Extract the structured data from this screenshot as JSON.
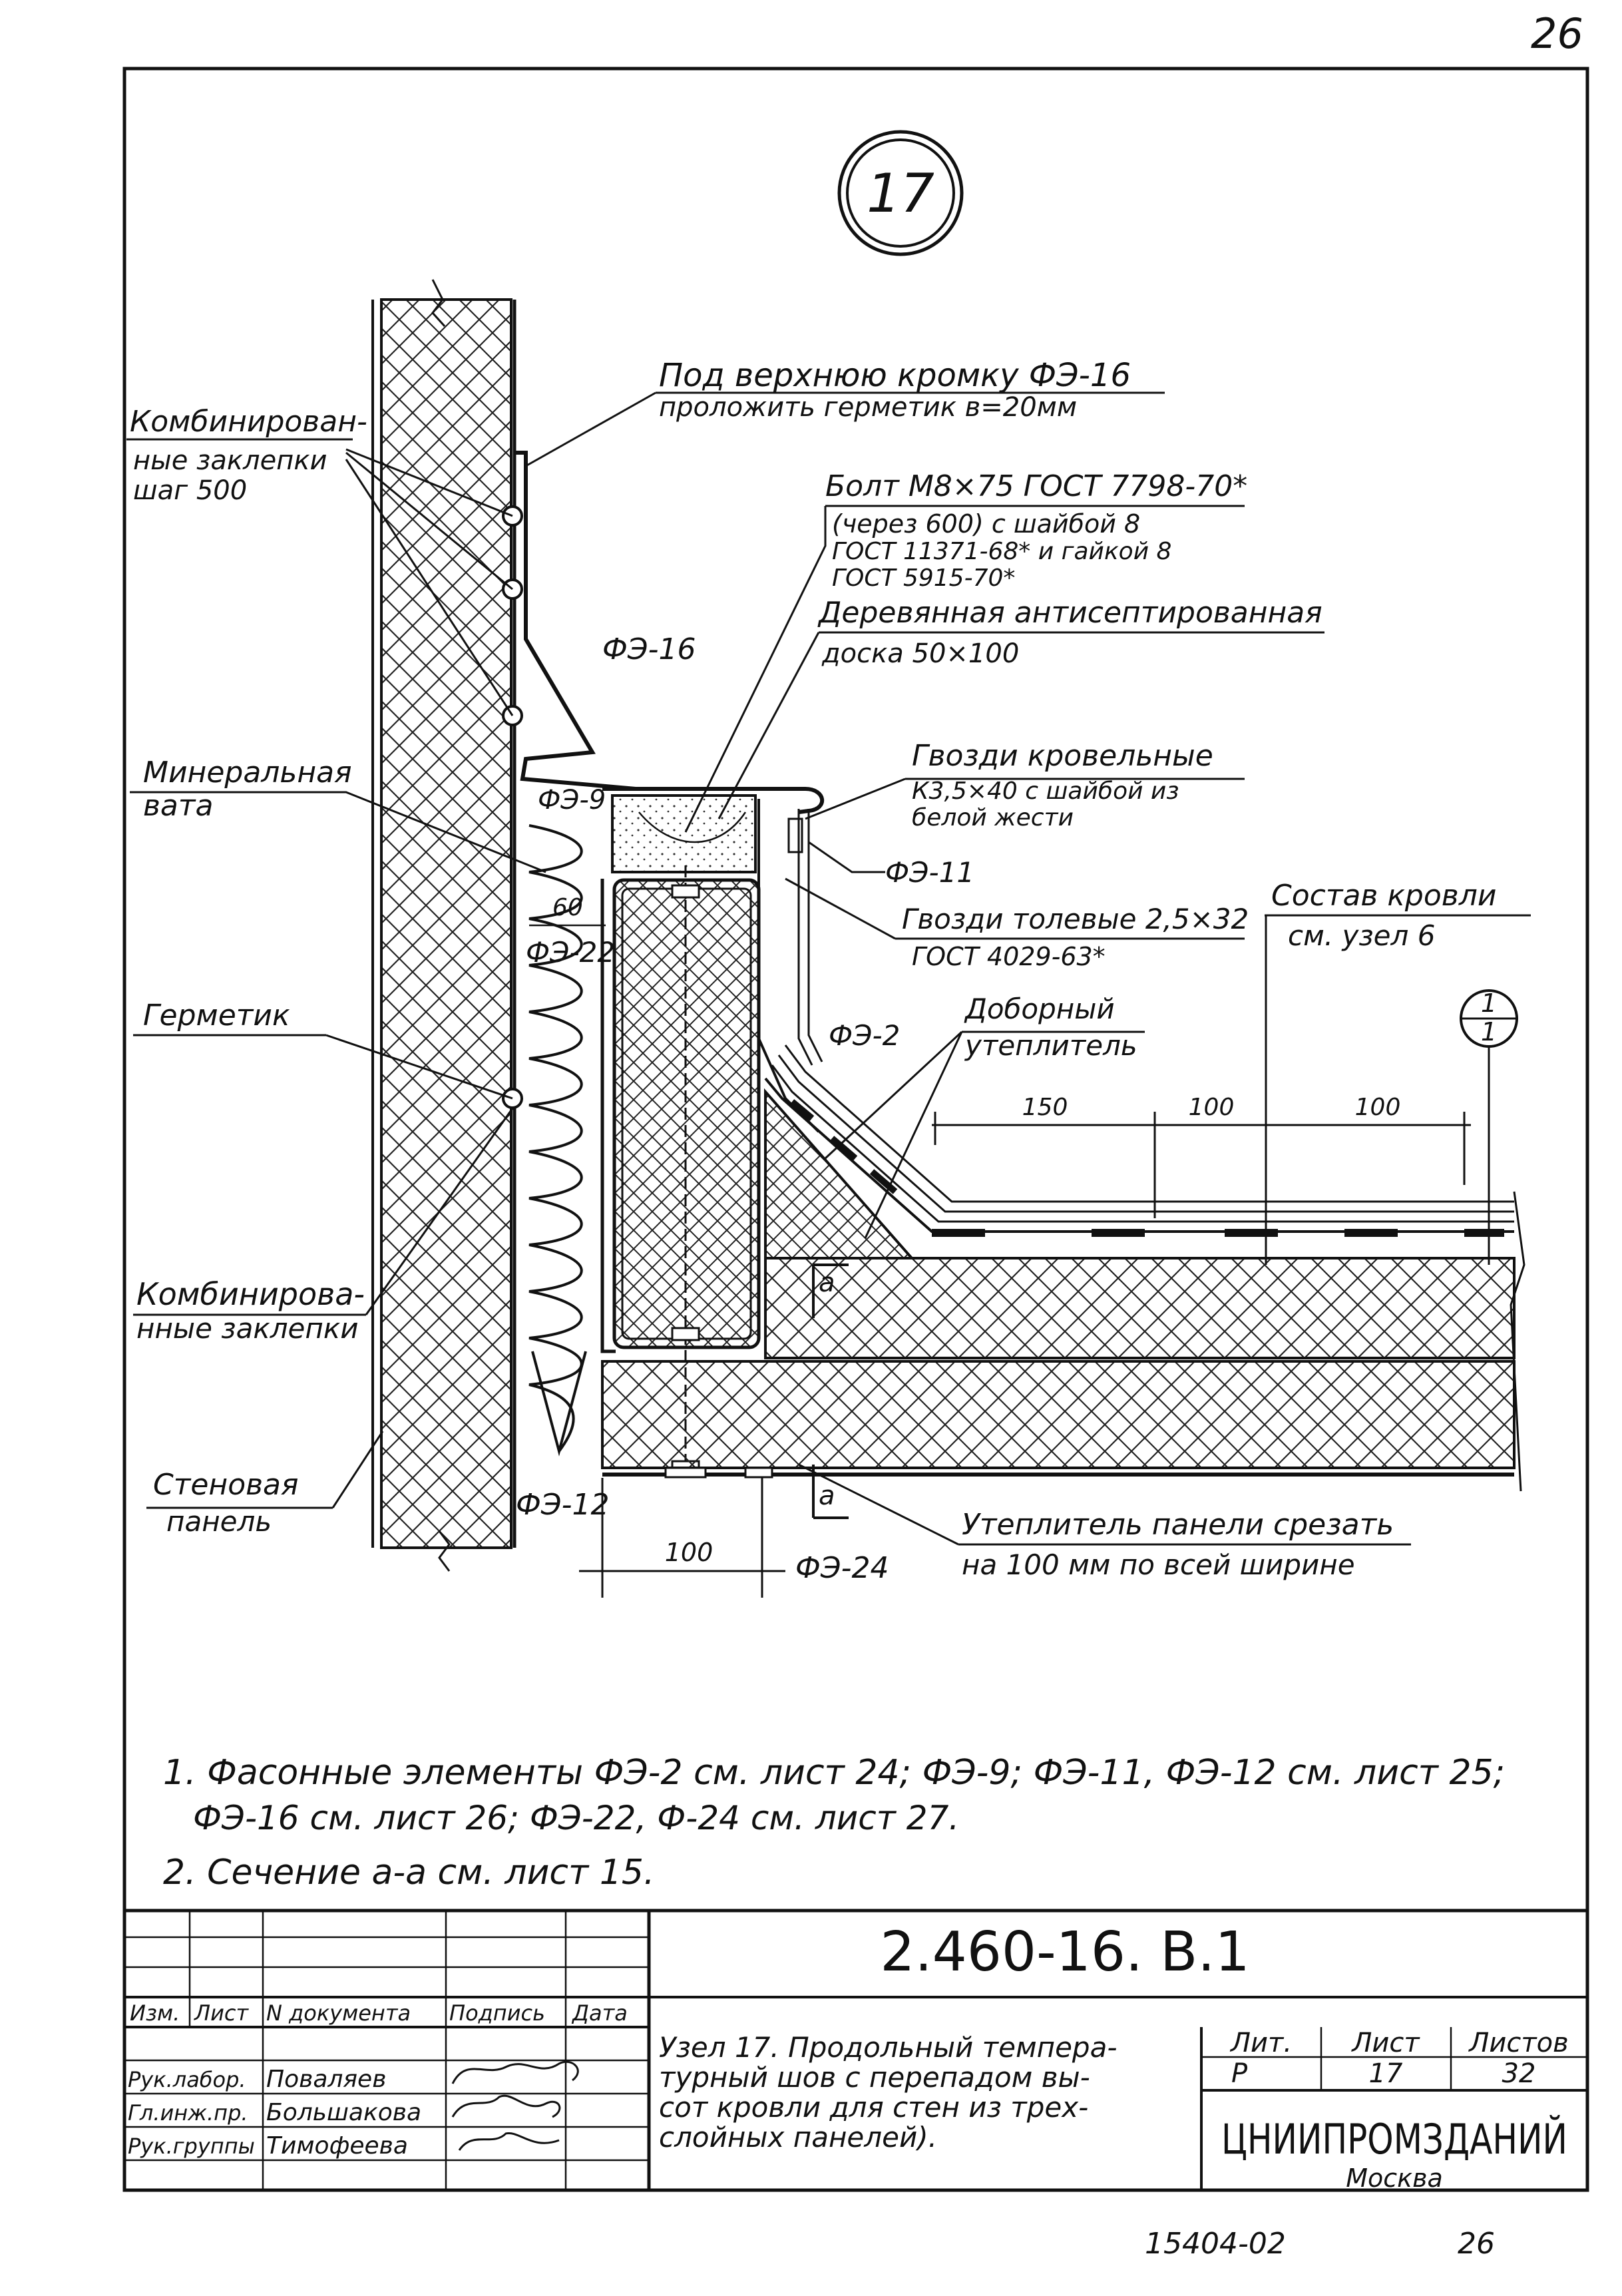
{
  "corner_page_number": "26",
  "node_number": "17",
  "section_mark": {
    "top": "1",
    "bottom": "1"
  },
  "labels": {
    "rivets_top": [
      "Комбинирован-",
      "ные заклепки",
      "шаг 500"
    ],
    "sealant_note": [
      "Под верхнюю кромку ФЭ-16",
      "проложить герметик в=20мм"
    ],
    "bolt": [
      "Болт М8×75 ГОСТ 7798-70*",
      "(через 600) с шайбой 8",
      "ГОСТ 11371-68* и гайкой 8",
      "ГОСТ 5915-70*"
    ],
    "board": [
      "Деревянная антисептированная",
      "доска 50×100"
    ],
    "fe16": "ФЭ-16",
    "mineral_wool": [
      "Минеральная",
      "вата"
    ],
    "fe9": "ФЭ-9",
    "nails_roof": [
      "Гвозди кровельные",
      "К3,5×40 с шайбой из",
      "белой жести"
    ],
    "fe11": "ФЭ-11",
    "dim_60": "60",
    "fe22": "ФЭ-22",
    "nails_tar": [
      "Гвозди толевые 2,5×32",
      "ГОСТ 4029-63*"
    ],
    "roof_comp": [
      "Состав кровли",
      "см. узел 6"
    ],
    "sealant": "Герметик",
    "fe2": "ФЭ-2",
    "extra_insul": [
      "Доборный",
      "утеплитель"
    ],
    "dim_150": "150",
    "dim_100a": "100",
    "dim_100b": "100",
    "rivets_bottom": [
      "Комбинирова-",
      "нные заклепки"
    ],
    "section_a_top": "а",
    "section_a_bottom": "а",
    "wall_panel": [
      "Стеновая",
      "панель"
    ],
    "fe12": "ФЭ-12",
    "dim_100c": "100",
    "fe24": "ФЭ-24",
    "cut_insul": [
      "Утеплитель панели срезать",
      "на 100 мм по всей ширине"
    ]
  },
  "notes": [
    "1. Фасонные элементы ФЭ-2 см. лист 24; ФЭ-9; ФЭ-11, ФЭ-12 см. лист 25;",
    "ФЭ-16 см. лист 26; ФЭ-22, Ф-24 см. лист 27.",
    "2. Сечение а-а см. лист 15."
  ],
  "stamp": {
    "doc_code": "2.460-16. В.1",
    "headers": [
      "Изм.",
      "Лист",
      "N документа",
      "Подпись",
      "Дата"
    ],
    "roles": [
      "Рук.лабор.",
      "Гл.инж.пр.",
      "Рук.группы"
    ],
    "names": [
      "Поваляев",
      "Большакова",
      "Тимофеева"
    ],
    "title": [
      "Узел 17. Продольный темпера-",
      "турный шов с перепадом вы-",
      "сот кровли для стен из трех-",
      "слойных панелей)."
    ],
    "lit_header": "Лит.",
    "sheet_header": "Лист",
    "sheets_header": "Листов",
    "lit": "Р",
    "sheet": "17",
    "sheets": "32",
    "org": "ЦНИИПРОМЗДАНИЙ",
    "city": "Москва"
  },
  "bottom_inventory": "15404-02",
  "bottom_page": "26"
}
